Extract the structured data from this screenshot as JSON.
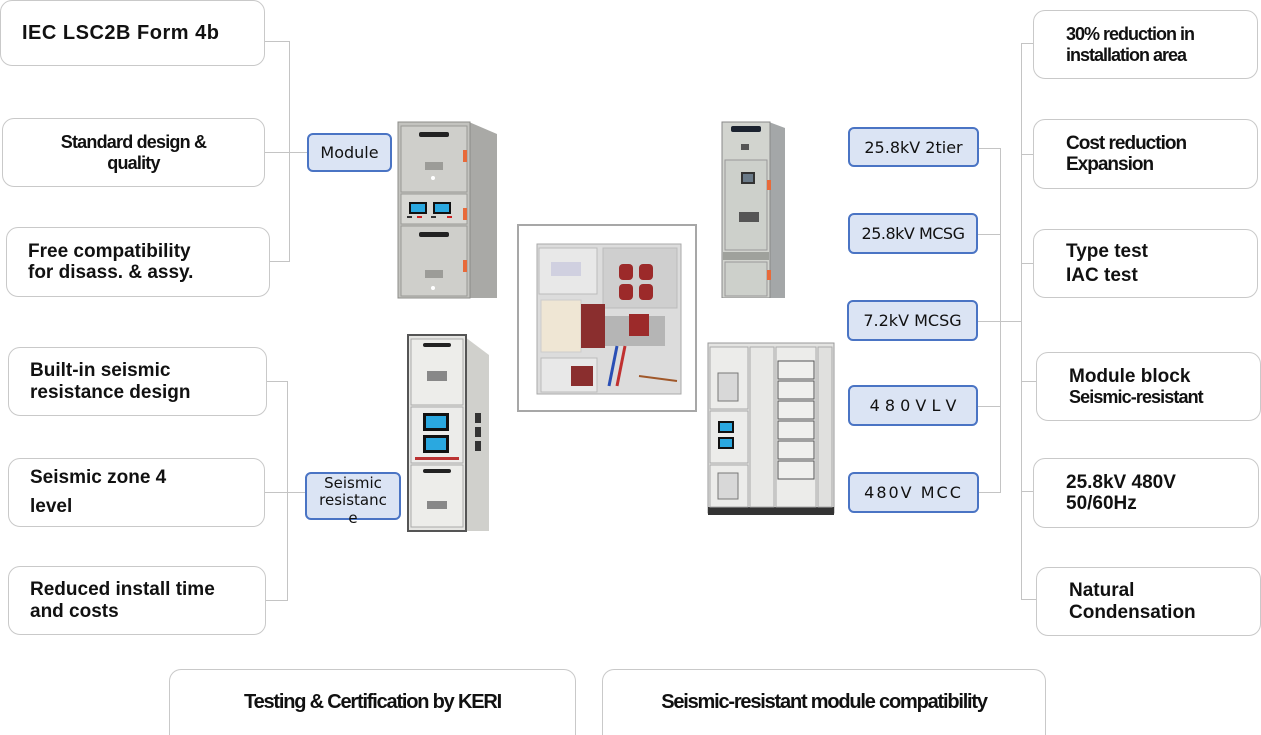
{
  "left_top_group": {
    "category": "Module",
    "features": [
      {
        "lines": [
          "IEC  LSC2B  Form  4b"
        ]
      },
      {
        "lines": [
          "Standard design &",
          "quality"
        ]
      },
      {
        "lines": [
          "Free compatibility",
          "for disass. & assy."
        ]
      }
    ]
  },
  "left_bottom_group": {
    "category_lines": [
      "Seismic",
      "resistanc",
      "e"
    ],
    "features": [
      {
        "lines": [
          "Built-in seismic",
          "resistance design"
        ]
      },
      {
        "lines": [
          "Seismic zone  4",
          "level"
        ]
      },
      {
        "lines": [
          "Reduced install time",
          "and costs"
        ]
      }
    ]
  },
  "right_products": [
    {
      "label": "25.8kV  2tier"
    },
    {
      "label": "25.8kV  MCSG"
    },
    {
      "label": "7.2kV  MCSG"
    },
    {
      "label": "4 8 0 V    L V"
    },
    {
      "label": "480V  MCC"
    }
  ],
  "right_features": [
    {
      "lines": [
        "30% reduction in",
        "installation area"
      ]
    },
    {
      "lines": [
        "Cost reduction",
        "Expansion"
      ]
    },
    {
      "lines": [
        "Type test",
        "IAC test"
      ]
    },
    {
      "lines": [
        "Module block",
        "Seismic-resistant"
      ]
    },
    {
      "lines": [
        "25.8kV 480V",
        "50/60Hz"
      ]
    },
    {
      "lines": [
        "Natural",
        "Condensation"
      ]
    }
  ],
  "bottom_labels": [
    {
      "label": "Testing & Certification by KERI"
    },
    {
      "label": "Seismic-resistant module compatibility"
    }
  ],
  "images": {
    "module_switchgear": "module-switchgear-photo",
    "seismic_switchgear": "seismic-switchgear-photo",
    "cutaway": "switchgear-cutaway-photo",
    "mcsg_panel": "mcsg-panel-photo",
    "mcc_panel": "mcc-panel-photo"
  },
  "colors": {
    "tag_fill": "#dbe4f4",
    "tag_border": "#4a74c4",
    "connector": "#c4c4c4",
    "box_border": "#c9c9c9"
  }
}
